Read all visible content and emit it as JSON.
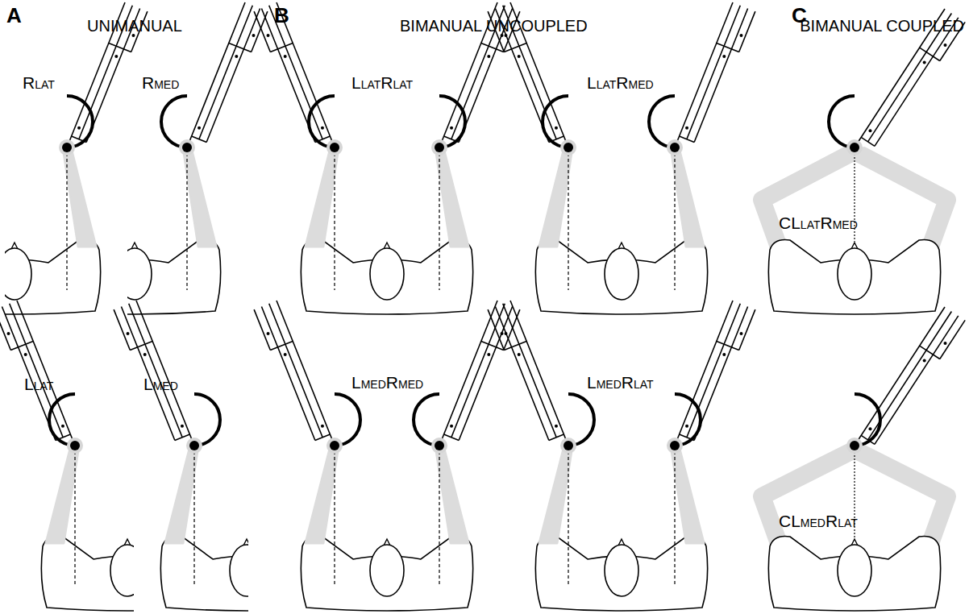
{
  "diagram": {
    "labels": [
      "A",
      "UNIMANUAL",
      "B",
      "BIMANUAL UNCOUPLED",
      "C",
      "BIMANUAL COUPLED",
      "RLAT",
      "RMED",
      "LLAT",
      "LMED",
      "LLATRLAT",
      "LLATRMED",
      "LMEDRMED",
      "LMEDRLAT",
      "CLLATRMED",
      "CLMEDRLAT"
    ]
  }
}
